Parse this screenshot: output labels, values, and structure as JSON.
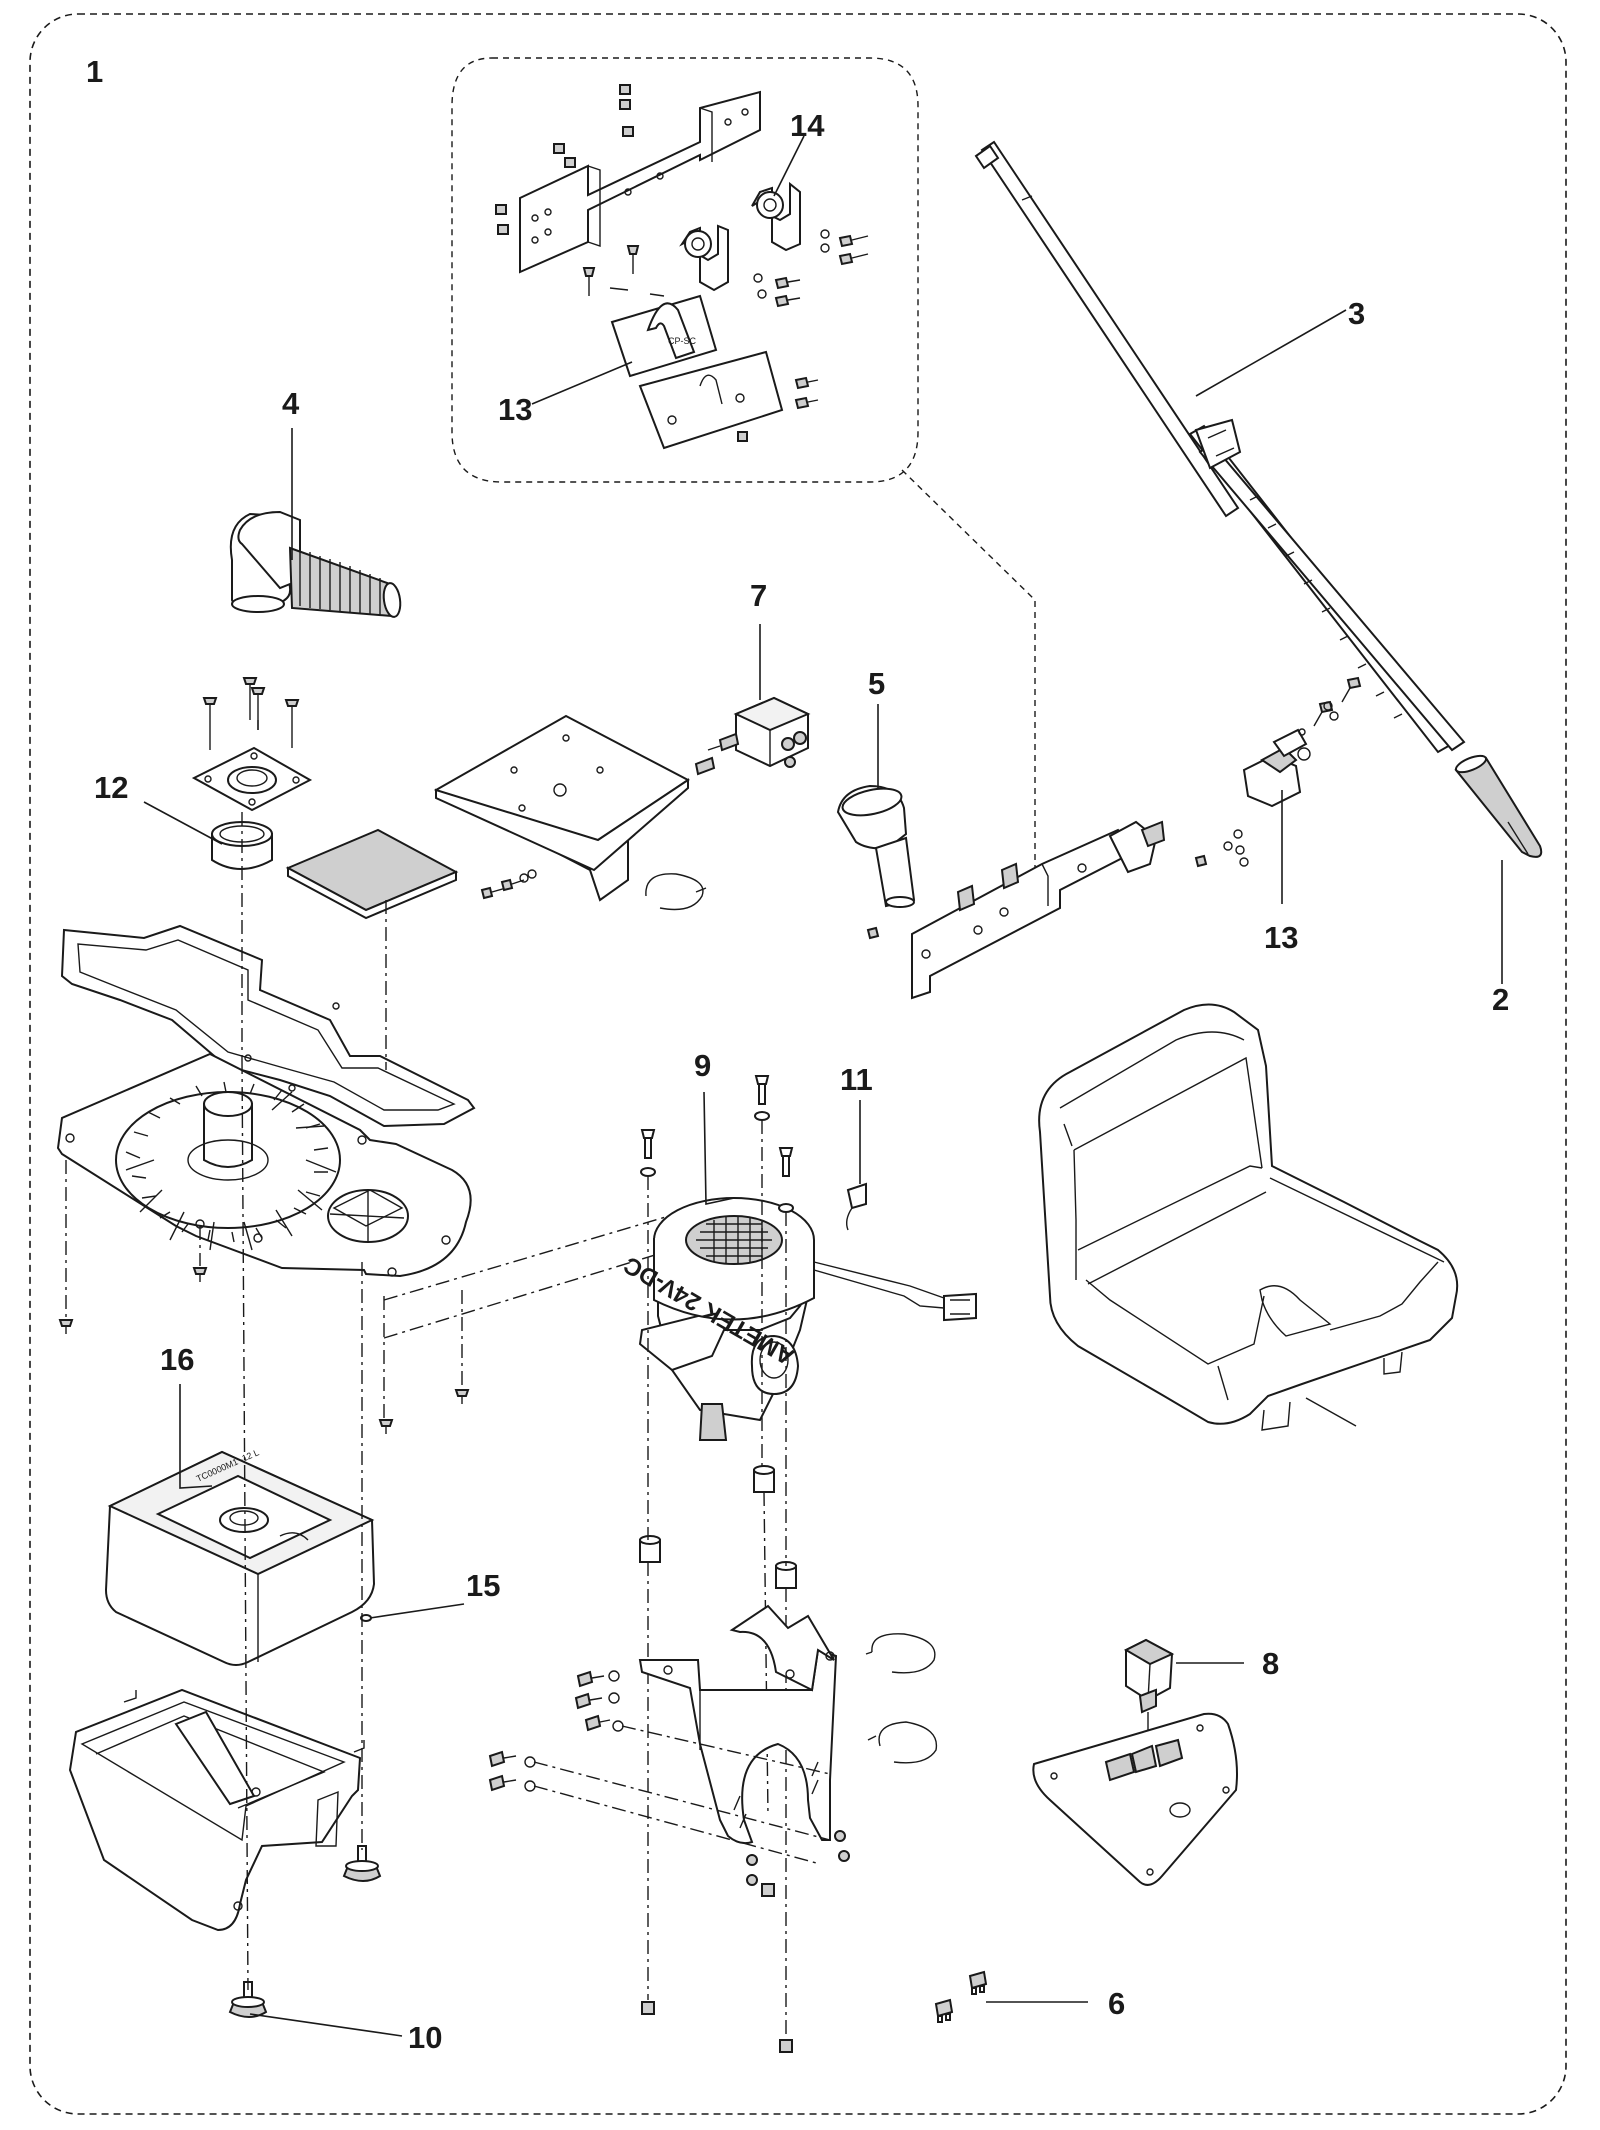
{
  "labels": {
    "l1": "1",
    "l2": "2",
    "l3": "3",
    "l4": "4",
    "l5": "5",
    "l6": "6",
    "l7": "7",
    "l8": "8",
    "l9": "9",
    "l10": "10",
    "l11": "11",
    "l12": "12",
    "l13a": "13",
    "l13b": "13",
    "l14": "14",
    "l15": "15",
    "l16": "16"
  },
  "motor_stamp": "AMETEK 24V-DC",
  "housing_stamp": "TC0000M1 -12 L"
}
